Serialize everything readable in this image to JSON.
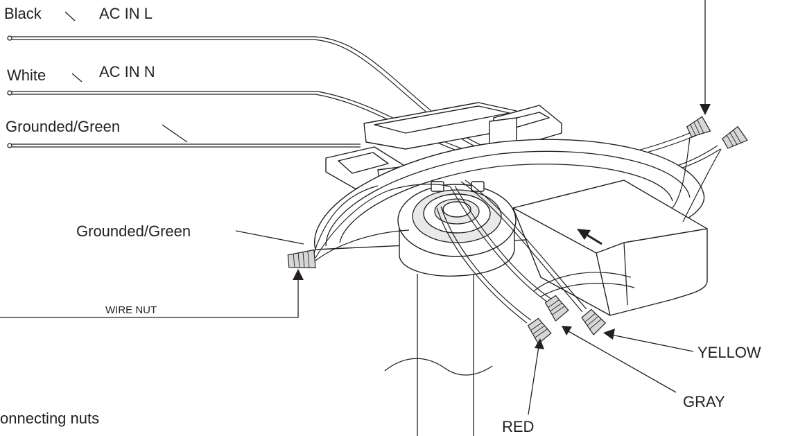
{
  "labels": {
    "black": "Black",
    "ac_in_l": "AC IN L",
    "white": "White",
    "ac_in_n": "AC IN N",
    "grounded_green_top": "Grounded/Green",
    "grounded_green_mid": "Grounded/Green",
    "wire_nut": "WIRE NUT",
    "yellow": "YELLOW",
    "gray": "GRAY",
    "red": "RED",
    "connecting_nuts": "onnecting nuts"
  },
  "colors": {
    "line": "#231f20",
    "nut_fill": "#d7d7d7",
    "background": "#ffffff"
  }
}
